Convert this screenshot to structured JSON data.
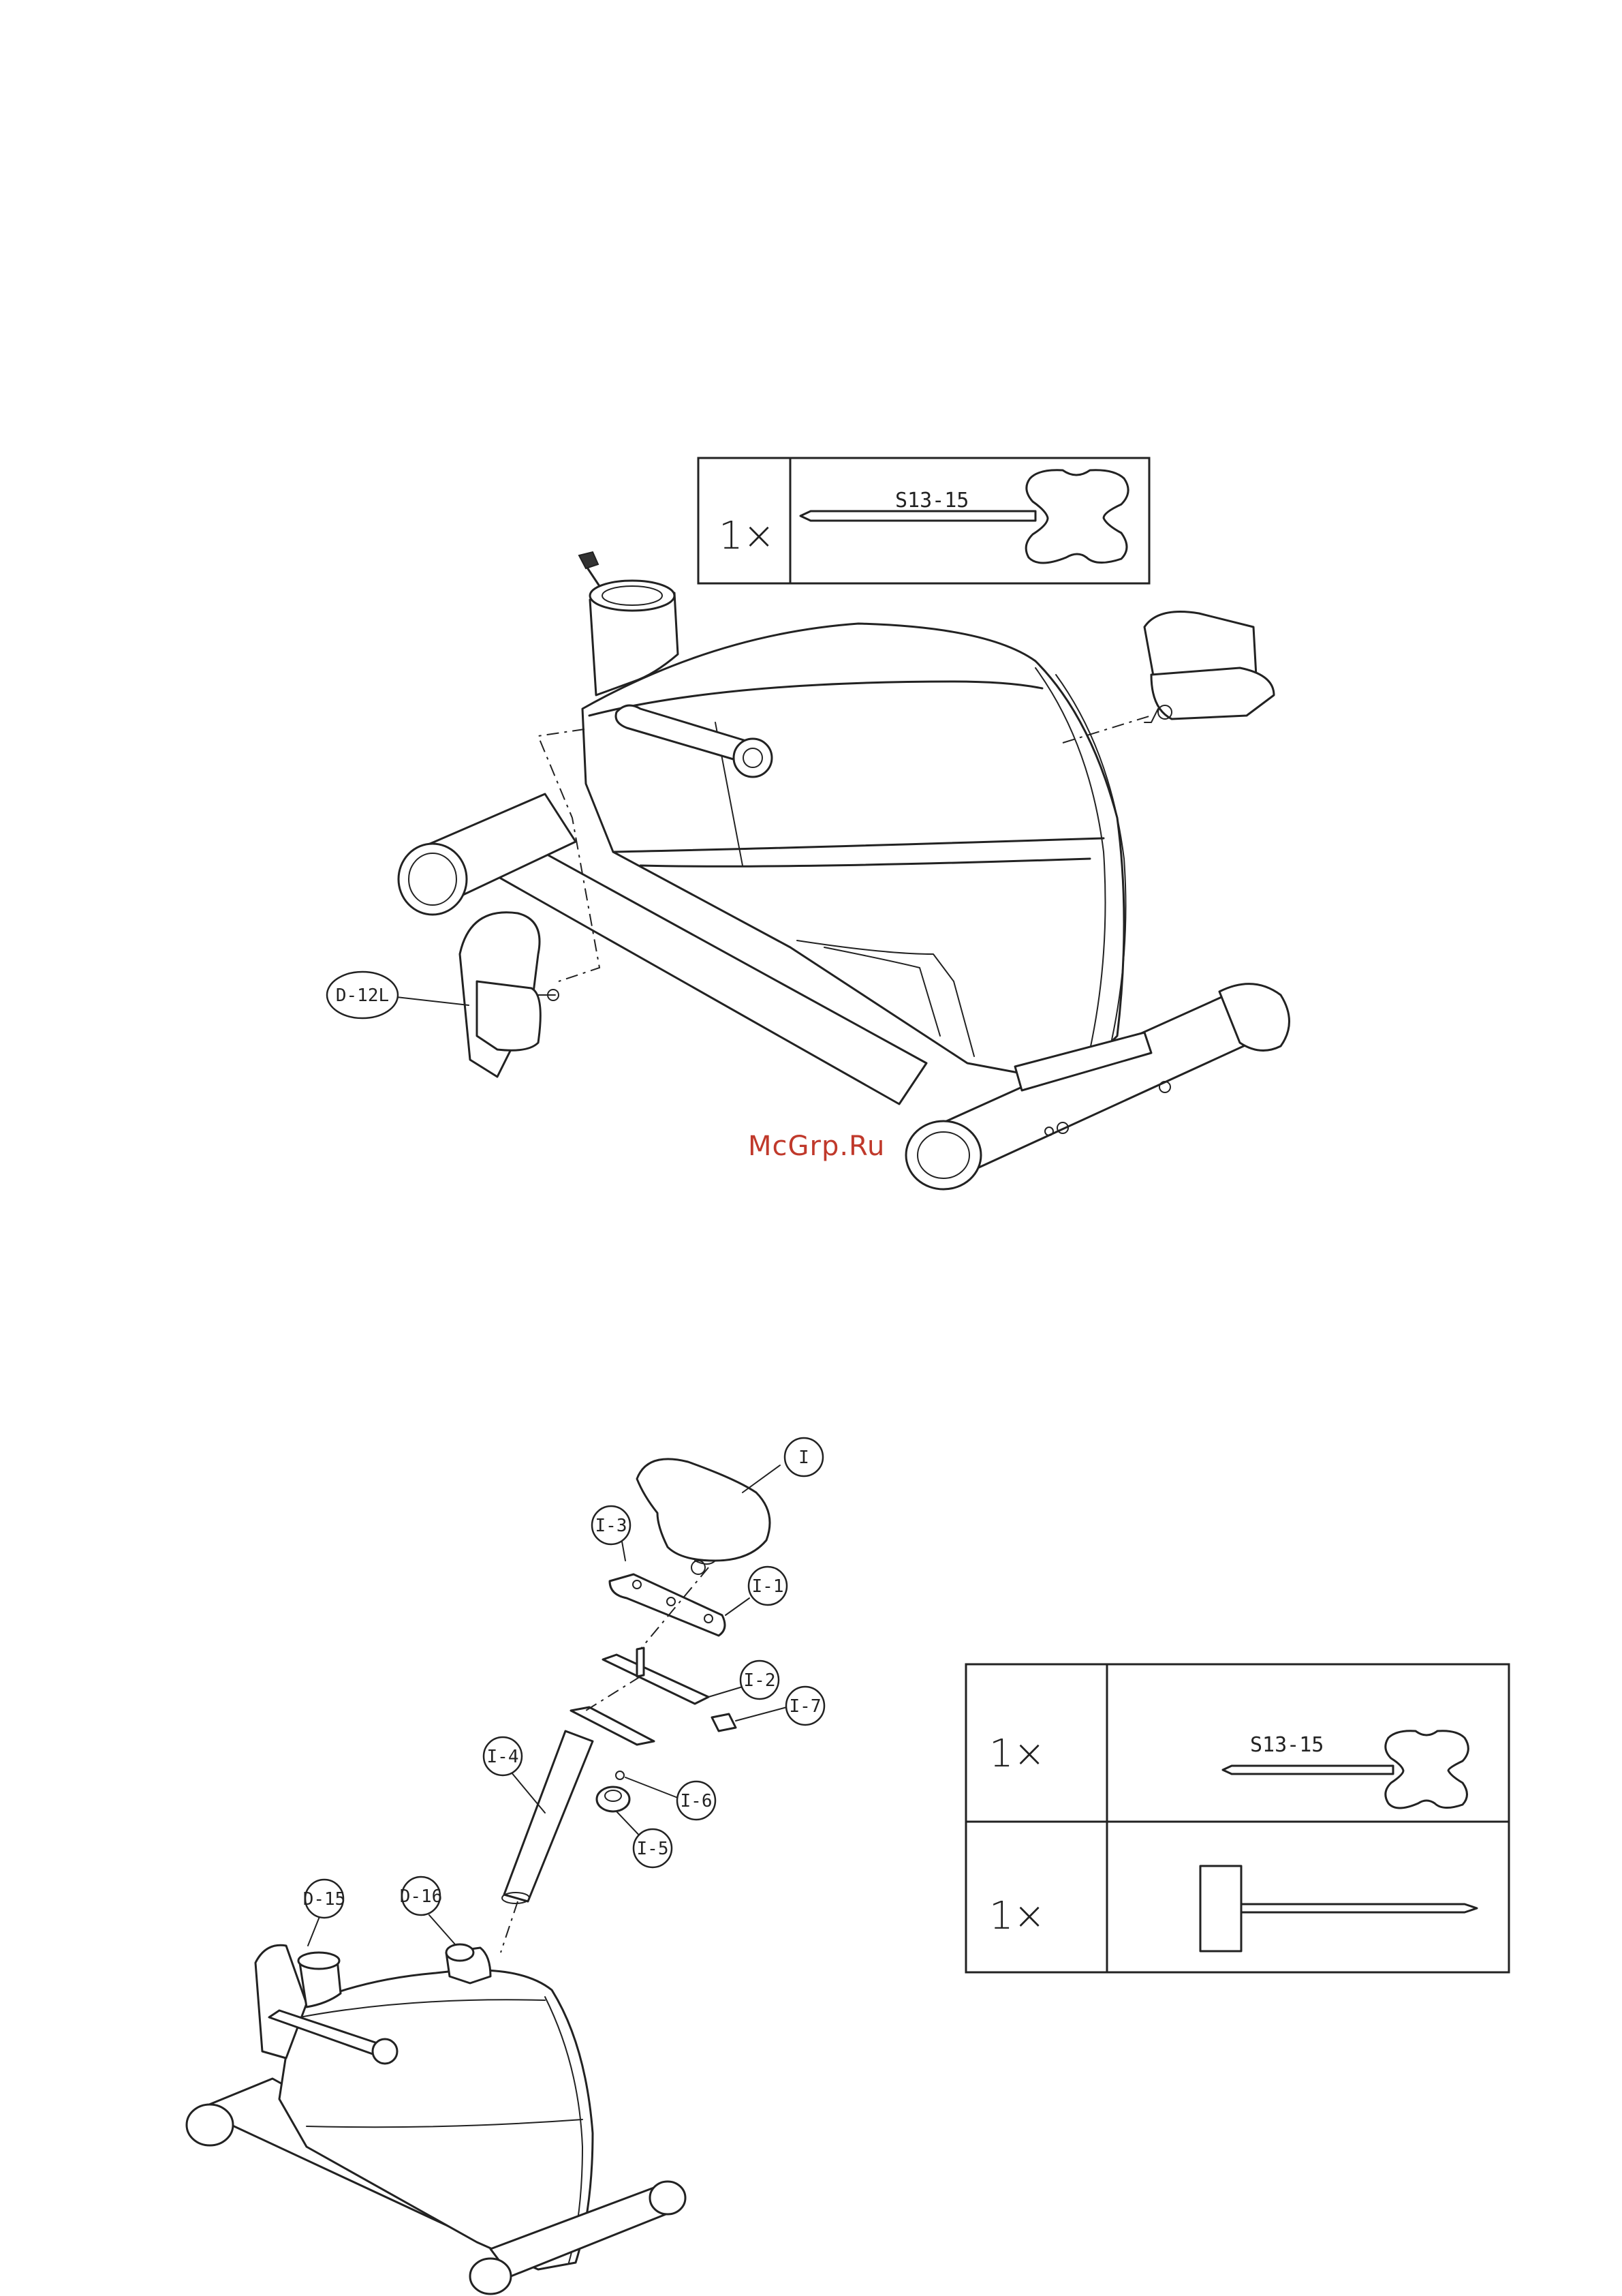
{
  "figure1": {
    "tool_box": {
      "qty": "1×",
      "tool_label": "S13-15"
    },
    "callouts": {
      "pedal_left": "D-12L"
    }
  },
  "watermark": "McGrp.Ru",
  "figure2": {
    "callouts": {
      "seat": "I",
      "seat_bracket": "I-1",
      "slide_plate": "I-2",
      "screw": "I-3",
      "seat_post": "I-4",
      "knob": "I-5",
      "washer": "I-6",
      "nut": "I-7",
      "bolt": "D-15",
      "knob_frame": "D-16"
    },
    "tools_box": {
      "rows": [
        {
          "qty": "1×",
          "tool_label": "S13-15",
          "tool": "wrench-icon"
        },
        {
          "qty": "1×",
          "tool_label": "",
          "tool": "screwdriver-icon"
        }
      ]
    }
  }
}
